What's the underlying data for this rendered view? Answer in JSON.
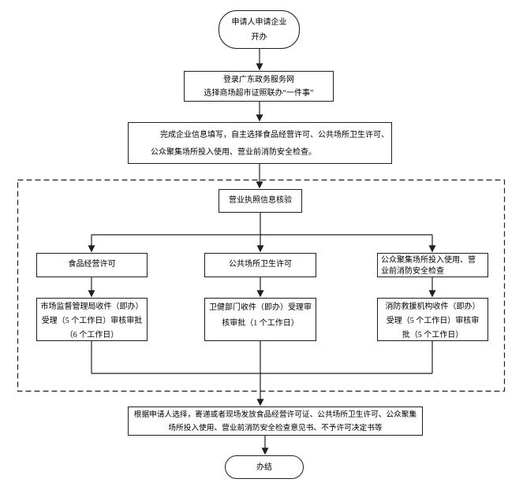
{
  "colors": {
    "line": "#1f1f1f",
    "background": "#ffffff",
    "text": "#000000"
  },
  "nodes": {
    "start": {
      "lines": [
        "申请人申请企业",
        "开办"
      ]
    },
    "login": {
      "lines": [
        "登录广东政务服务网",
        "选择商场超市证照联办“一件事”"
      ]
    },
    "fill_info": {
      "lines": [
        "完成企业信息填写，自主选择食品经营许可、公共场所卫生许可、",
        "公众聚集场所投入使用、营业前消防安全检查。"
      ]
    },
    "license_verify": {
      "lines": [
        "营业执照信息核验"
      ]
    },
    "food_permit": {
      "lines": [
        "食品经营许可"
      ]
    },
    "food_permit_detail": {
      "lines": [
        "市场监督管理局收件（即办）",
        "受理（5 个工作日）审核审批",
        "（6 个工作日）"
      ]
    },
    "health_permit": {
      "lines": [
        "公共场所卫生许可"
      ]
    },
    "health_permit_detail": {
      "lines": [
        "卫健部门收件（即办）受理审",
        "核审批（1 个工作日）"
      ]
    },
    "fire_check": {
      "lines": [
        "公众聚集场所投入使用、营",
        "业前消防安全检查"
      ]
    },
    "fire_check_detail": {
      "lines": [
        "消防救援机构收件（即办）",
        "受理（5 个工作日）审核审",
        "批（5 个工作日）"
      ]
    },
    "issue_result": {
      "lines": [
        "根据申请人选择，寄递或者现场发放食品经营许可证、公共场所卫生许可、公众聚集",
        "场所投入使用、营业前消防安全检查意见书、不予许可决定书等"
      ]
    },
    "end": {
      "lines": [
        "办结"
      ]
    }
  }
}
